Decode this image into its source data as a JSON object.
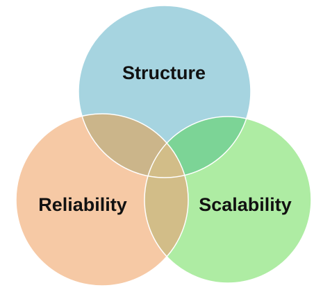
{
  "diagram": {
    "type": "venn",
    "sets": [
      {
        "id": "structure",
        "label": "Structure",
        "color": "#a6d4e0"
      },
      {
        "id": "reliability",
        "label": "Reliability",
        "color": "#f6c9a5"
      },
      {
        "id": "scalability",
        "label": "Scalability",
        "color": "#aeeca3"
      }
    ],
    "overlap_colors": {
      "structure_reliability": "#cbb58a",
      "structure_scalability": "#7cd496",
      "reliability_scalability": "#d2bd88",
      "all_three": "#d2bd88"
    },
    "outline_color": "#ffffff"
  }
}
